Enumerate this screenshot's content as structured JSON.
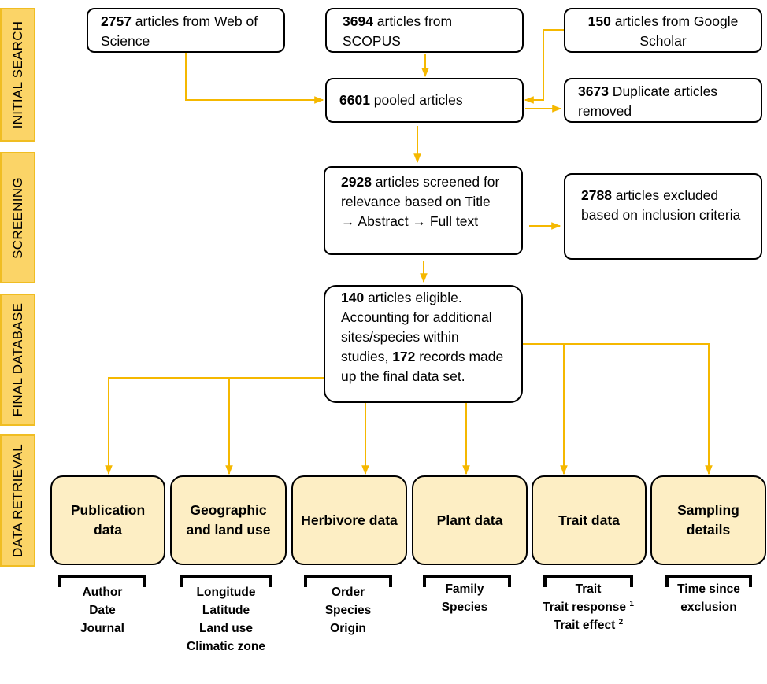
{
  "stages": [
    {
      "id": "initial",
      "label": "INITIAL SEARCH"
    },
    {
      "id": "screening",
      "label": "SCREENING"
    },
    {
      "id": "final",
      "label": "FINAL DATABASE"
    },
    {
      "id": "retrieval",
      "label": "DATA RETRIEVAL"
    }
  ],
  "boxes": {
    "wos": {
      "num": "2757",
      "text": " articles from Web of Science"
    },
    "scopus": {
      "num": "3694",
      "text": " articles from SCOPUS"
    },
    "google": {
      "num": "150",
      "text": " articles from Google Scholar"
    },
    "pooled": {
      "num": "6601",
      "text": " pooled articles"
    },
    "duplicates": {
      "num": "3673",
      "text": " Duplicate articles removed"
    },
    "screened": {
      "num": "2928",
      "text": " articles screened for relevance based on Title",
      "arrow1": "→",
      "mid": " Abstract ",
      "arrow2": "→",
      "end": " Full text"
    },
    "excluded": {
      "num": "2788",
      "text": " articles excluded based on inclusion criteria"
    },
    "eligible": {
      "num": "140",
      "text": " articles eligible. Accounting for additional sites/species within studies, ",
      "num2": "172",
      "text2": " records made up the final data set."
    }
  },
  "categories": [
    {
      "label": "Publication data",
      "fields": [
        "Author",
        "Date",
        "Journal"
      ]
    },
    {
      "label": "Geographic and land use",
      "fields": [
        "Longitude",
        "Latitude",
        "Land use",
        "Climatic zone"
      ]
    },
    {
      "label": "Herbivore data",
      "fields": [
        "Order",
        "Species",
        "Origin"
      ]
    },
    {
      "label": "Plant data",
      "fields": [
        "Family",
        "Species"
      ]
    },
    {
      "label": "Trait data",
      "fields": [
        "Trait",
        "Trait response",
        "Trait effect"
      ],
      "superscripts": [
        "",
        "1",
        "2"
      ]
    },
    {
      "label": "Sampling details",
      "fields": [
        "Time since",
        "exclusion"
      ]
    }
  ],
  "colors": {
    "arrow": "#f5b800",
    "tab_fill": "#fbd467",
    "category_fill": "#fdeec4"
  }
}
